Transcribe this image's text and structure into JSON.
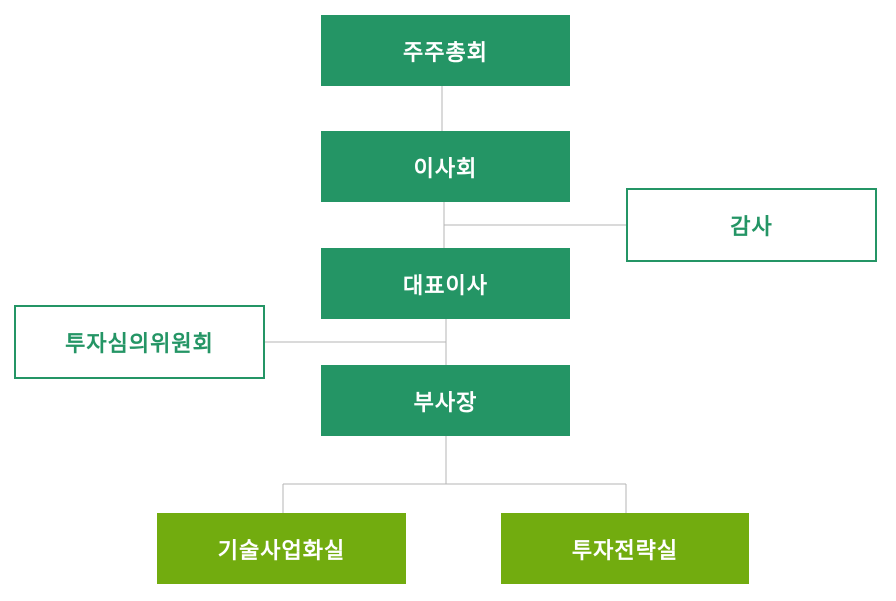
{
  "colors": {
    "primary": "#249565",
    "department": "#72ac0f",
    "connector": "#b4b4b4",
    "outline_text": "#249565"
  },
  "nodes": {
    "shareholders": "주주총회",
    "board": "이사회",
    "audit": "감사",
    "ceo": "대표이사",
    "investment_committee": "투자심의위원회",
    "vice_president": "부사장",
    "tech_commercialization": "기술사업화실",
    "investment_strategy": "투자전략실"
  }
}
